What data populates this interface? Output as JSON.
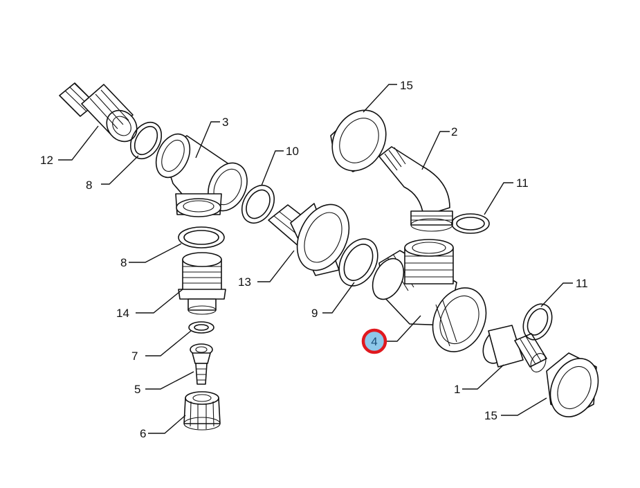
{
  "labels": {
    "p1": "1",
    "p2": "2",
    "p3": "3",
    "p4": "4",
    "p5": "5",
    "p6": "6",
    "p7": "7",
    "p8a": "8",
    "p8b": "8",
    "p9": "9",
    "p10": "10",
    "p11a": "11",
    "p11b": "11",
    "p12": "12",
    "p13": "13",
    "p14": "14",
    "p15a": "15",
    "p15b": "15"
  },
  "highlight": {
    "part": "4",
    "fill_color": "#8ec8ea",
    "ring_color": "#e0191f"
  }
}
